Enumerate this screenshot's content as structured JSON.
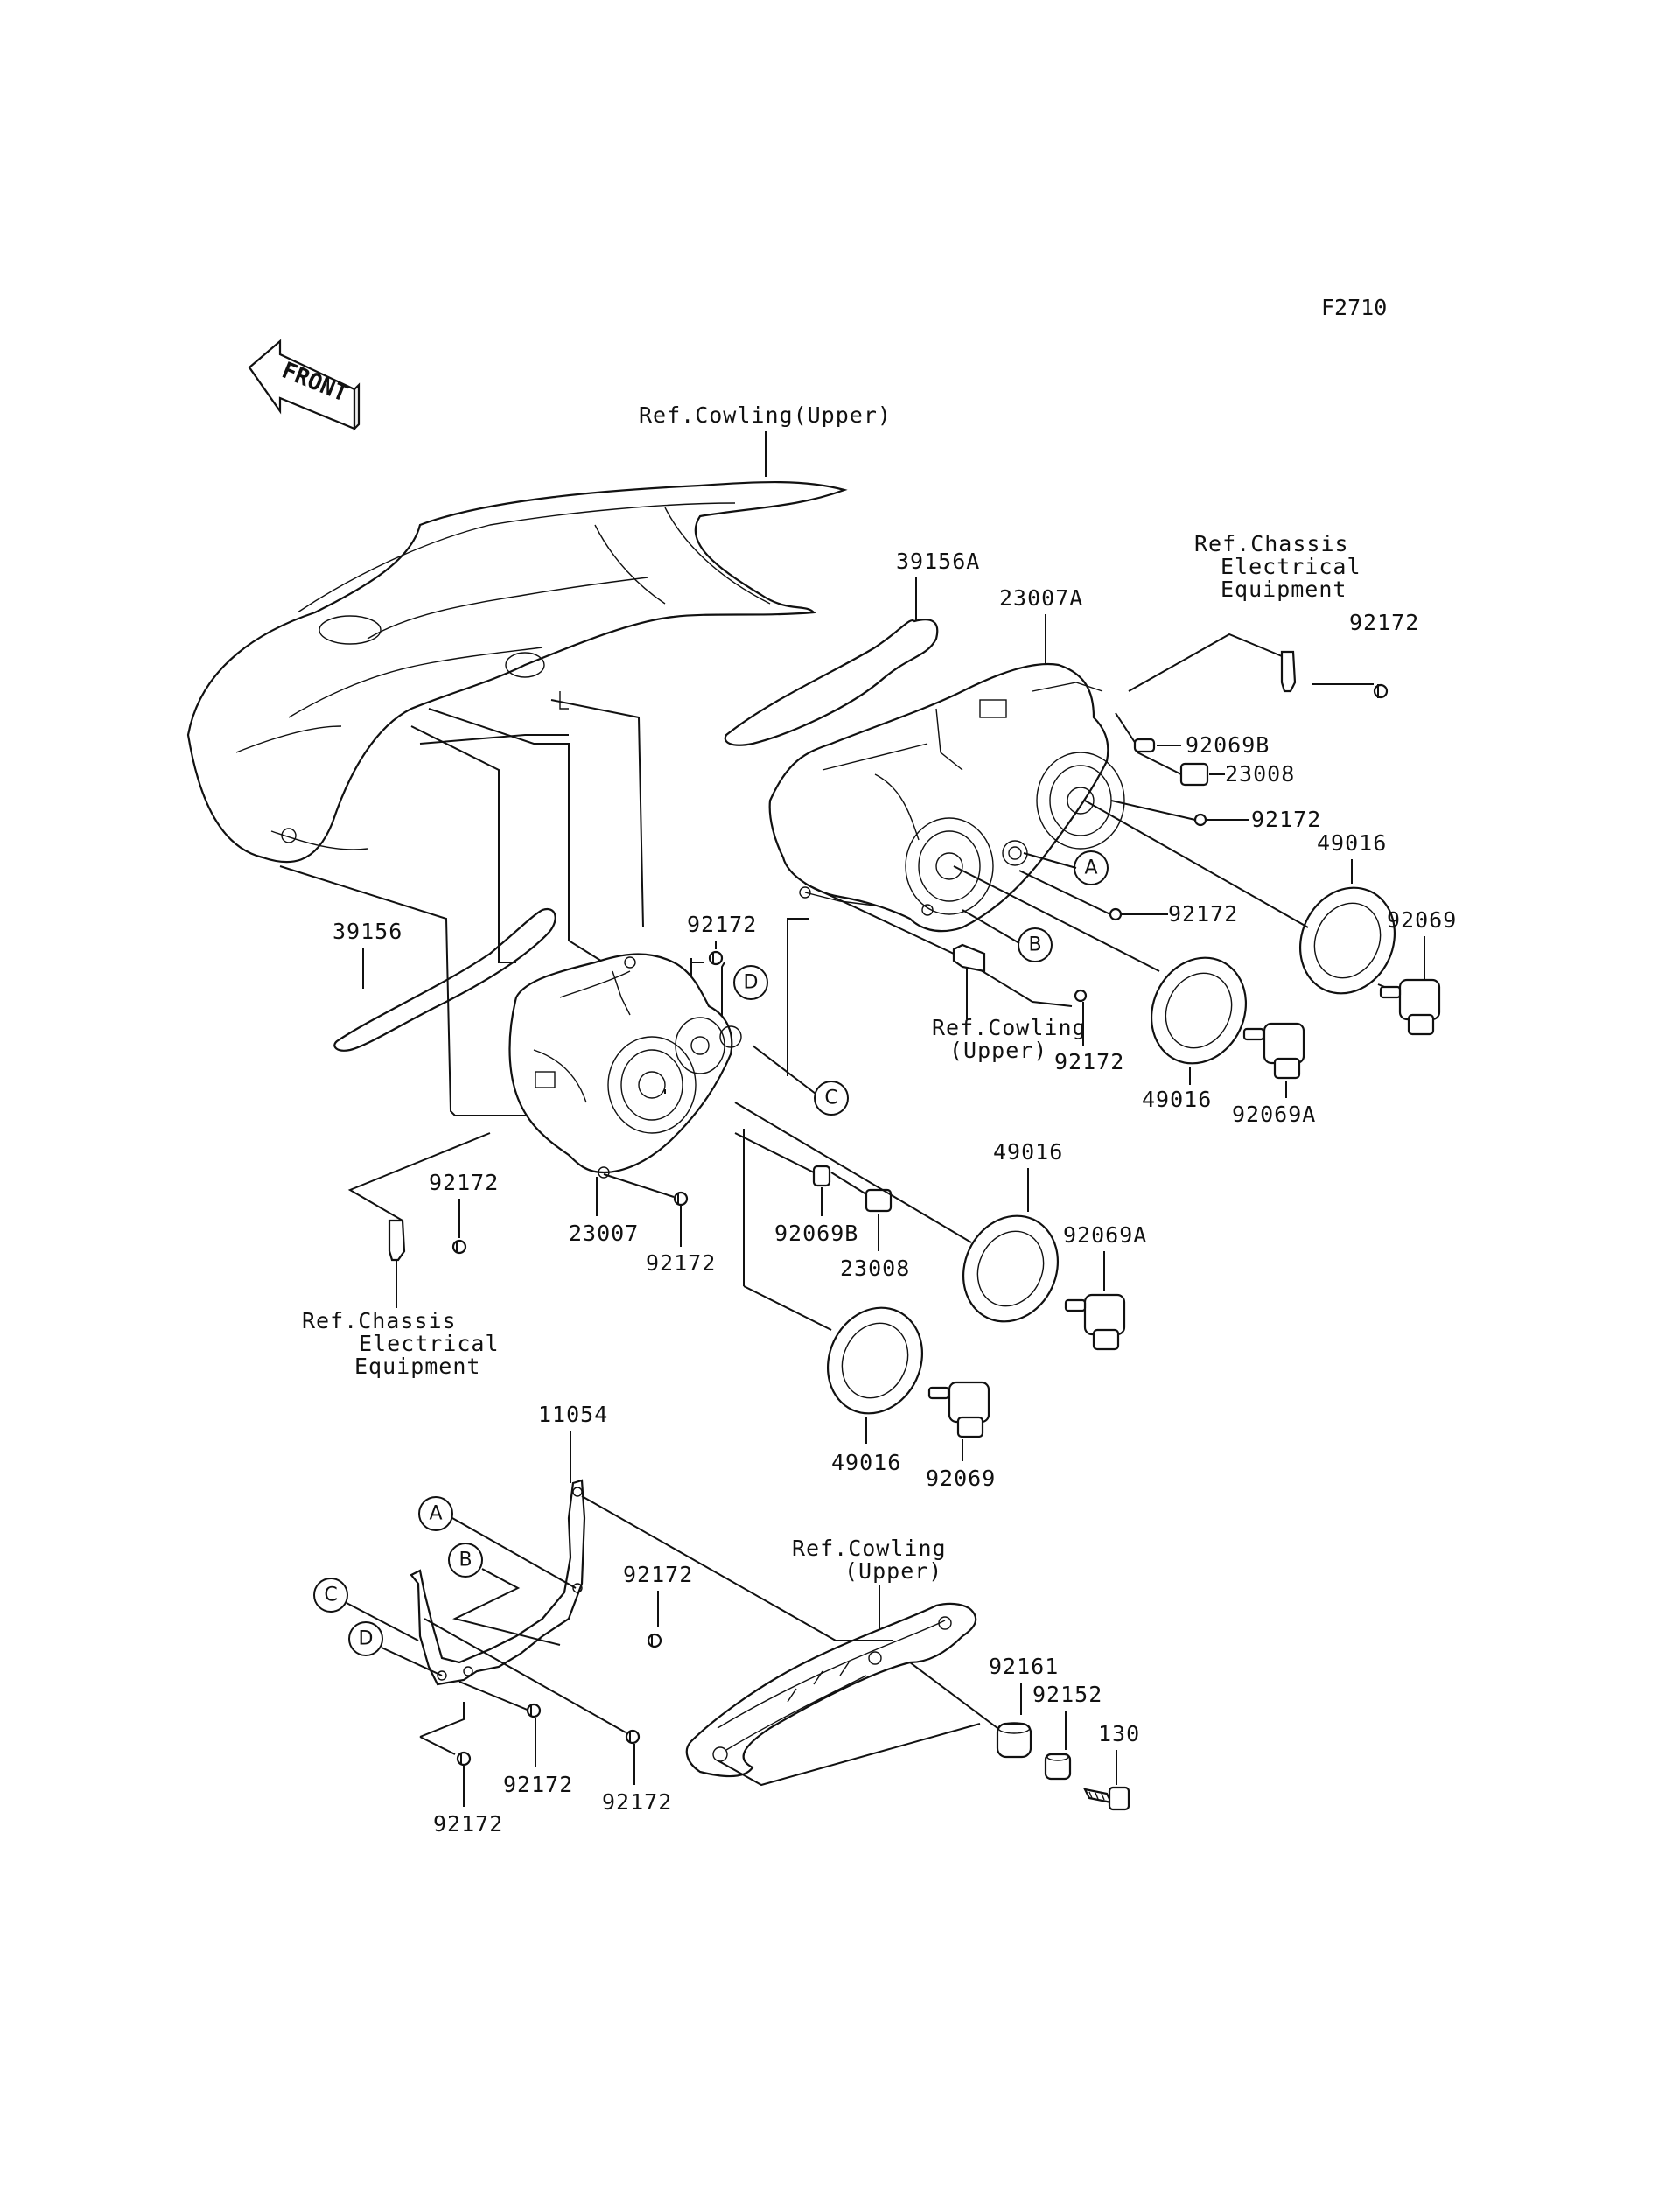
{
  "figure_code": "F2710",
  "front_arrow": {
    "label": "FRONT",
    "icon": "front-arrow-icon"
  },
  "refs": {
    "cowling_upper_top": "Ref.Cowling(Upper)",
    "chassis_right": [
      "Ref.Chassis",
      "Electrical",
      "Equipment"
    ],
    "cowling_upper_mid": [
      "Ref.Cowling",
      "(Upper)"
    ],
    "chassis_left": [
      "Ref.Chassis",
      "Electrical",
      "Equipment"
    ],
    "cowling_upper_bottom": [
      "Ref.Cowling",
      "(Upper)"
    ]
  },
  "part_numbers": {
    "p39156A": "39156A",
    "p23007A": "23007A",
    "p92172_r_top": "92172",
    "p92069B_r": "92069B",
    "p23008_r": "23008",
    "p92172_r_mid": "92172",
    "p49016_r_right": "49016",
    "p92069_r": "92069",
    "p92172_r_low": "92172",
    "p92172_c_top": "92172",
    "p39156": "39156",
    "p92172_r_bottom": "92172",
    "p49016_r_left": "49016",
    "p92069A_r": "92069A",
    "p92172_l_left": "92172",
    "p23007": "23007",
    "p92172_l_center": "92172",
    "p92069B_l": "92069B",
    "p23008_l": "23008",
    "p49016_l_right": "49016",
    "p92069A_l": "92069A",
    "p49016_l_left": "49016",
    "p92069_l": "92069",
    "p11054": "11054",
    "p92172_b_top": "92172",
    "p92161": "92161",
    "p92152": "92152",
    "p130": "130",
    "p92172_b_mid": "92172",
    "p92172_b_right": "92172",
    "p92172_b_left": "92172"
  },
  "callouts": {
    "A_right": "A",
    "B_right": "B",
    "C_center": "C",
    "D_center": "D",
    "A_bottom": "A",
    "B_bottom": "B",
    "C_bottom": "C",
    "D_bottom": "D"
  }
}
